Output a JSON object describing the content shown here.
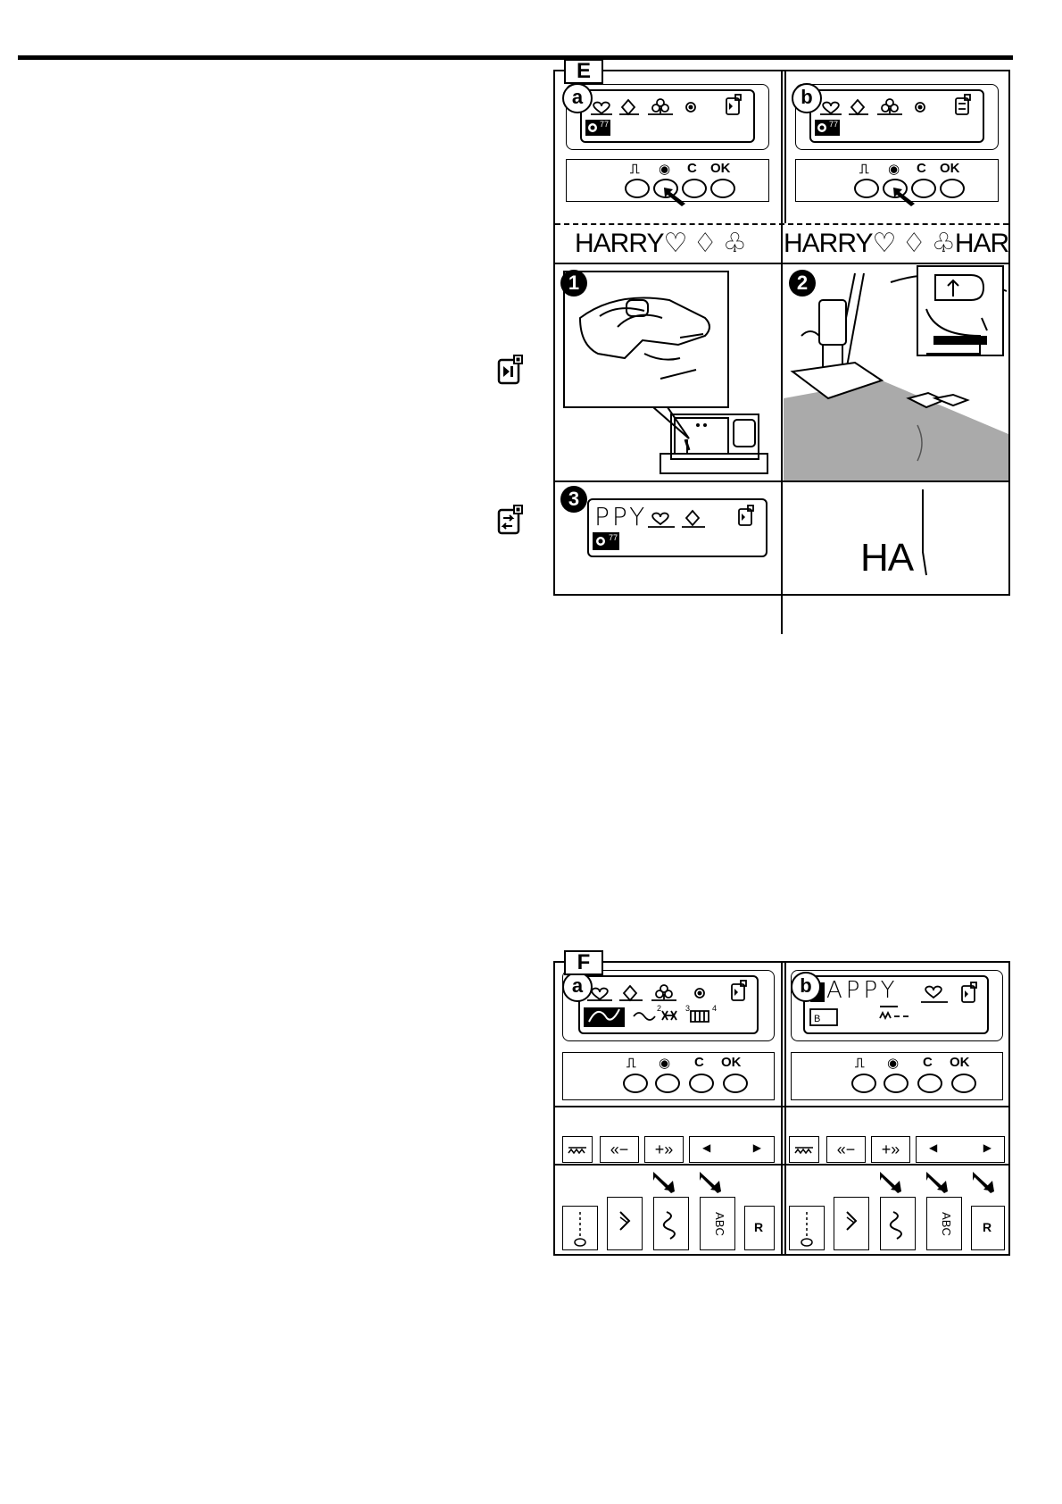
{
  "figure_e": {
    "tag": "E",
    "panel_a": {
      "badge": "a"
    },
    "panel_b": {
      "badge": "b"
    },
    "buttons": {
      "left": "⎍",
      "dot": "◉",
      "c": "C",
      "ok": "OK"
    },
    "sample_text_a": "HARRY♡ ♢ ♧",
    "sample_text_b": "HARRY♡ ♢ ♧HAR",
    "step1": "1",
    "step2": "2",
    "step3": "3",
    "lcd3_text": "PPY",
    "sewn_text": "HA"
  },
  "figure_f": {
    "tag": "F",
    "panel_a": {
      "badge": "a"
    },
    "panel_b": {
      "badge": "b",
      "lcd_text": "APPY"
    },
    "buttons": {
      "left": "⎍",
      "dot": "◉",
      "c": "C",
      "ok": "OK"
    },
    "keys": {
      "abc": "ABC",
      "r": "R",
      "left_arrow": "◀",
      "right_arrow": "▶"
    }
  },
  "icons": {
    "side_icon_1": "play-memory-icon",
    "side_icon_2": "repeat-memory-icon",
    "hand_pointer": "pointer-arrow-icon"
  }
}
